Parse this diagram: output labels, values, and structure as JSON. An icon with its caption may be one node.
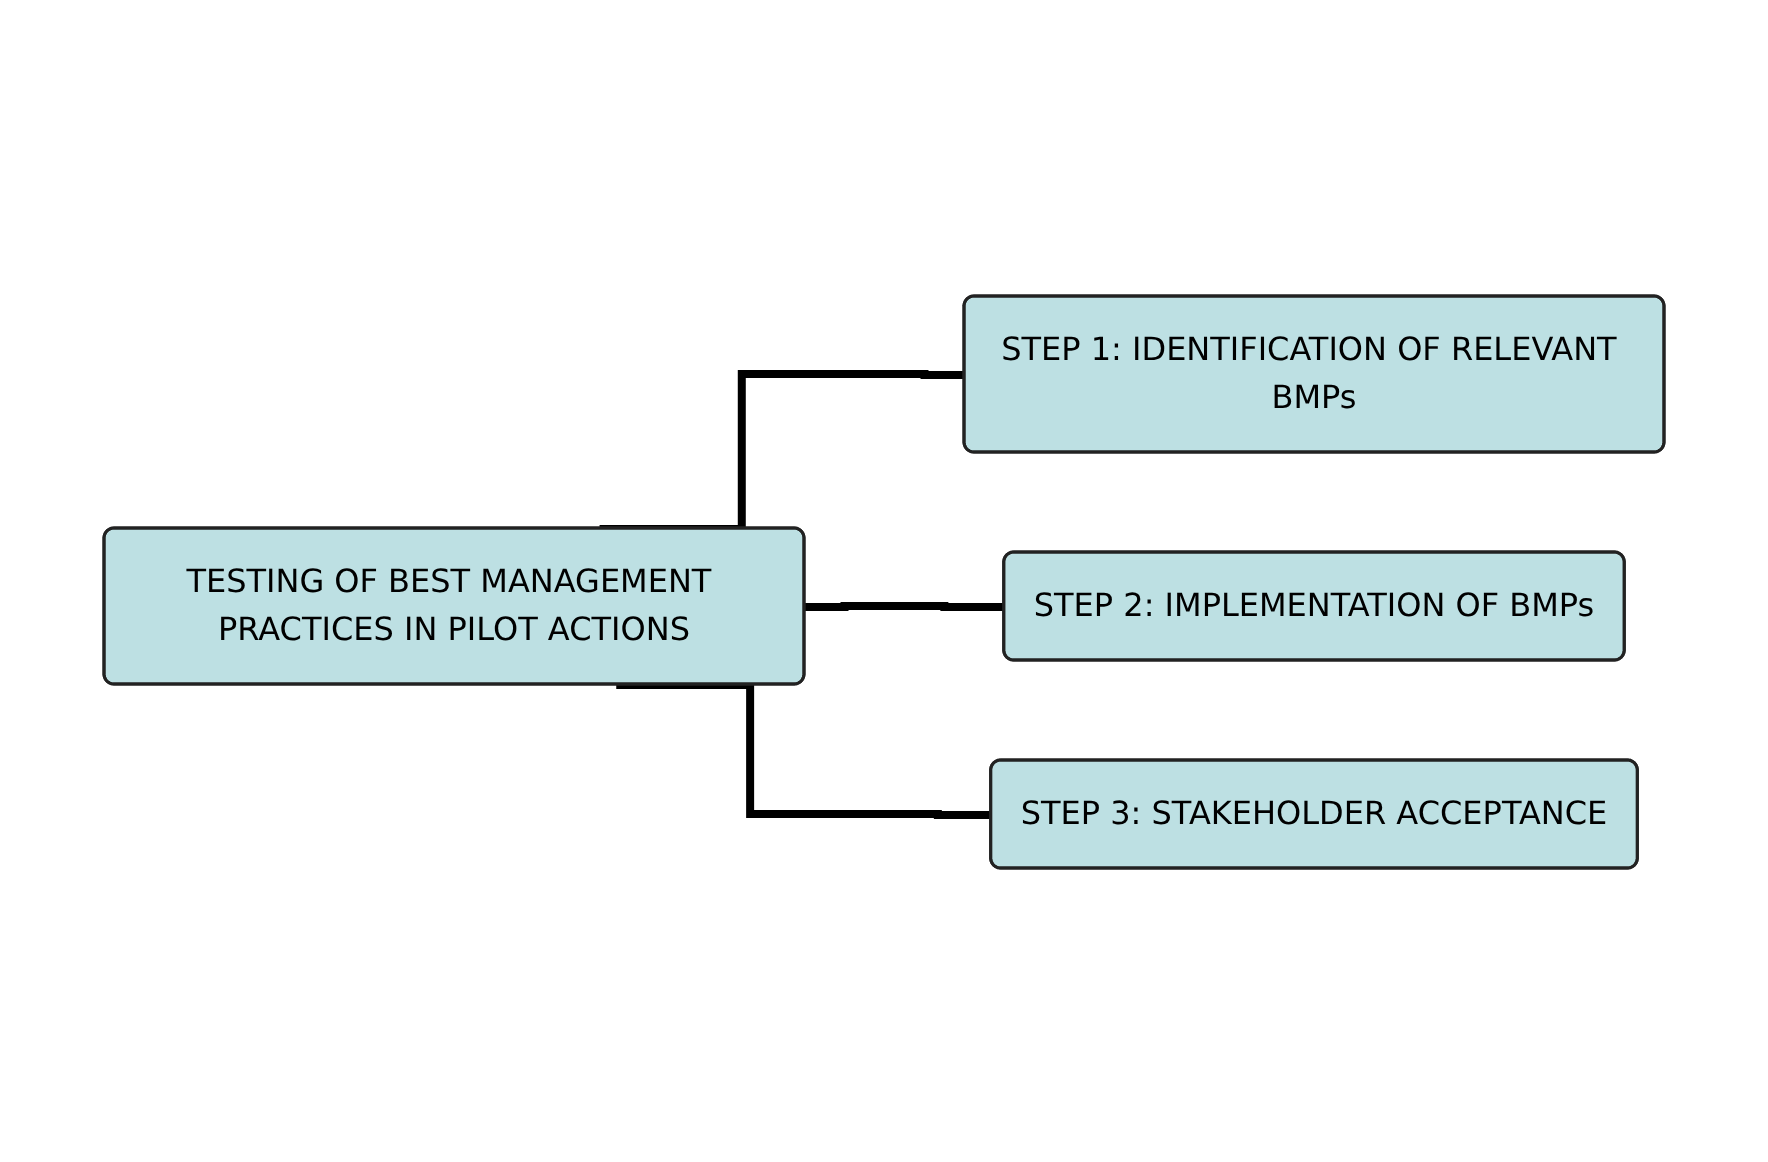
{
  "diagram": {
    "nodes": [
      {
        "text": [
          "TESTING OF BEST MANAGEMENT PRACTICES IN PILOT ACTIONS"
        ]
      },
      {
        "text": [
          "STEP 1: IDENTIFICATION OF RELEVANT BMPs"
        ]
      },
      {
        "text": [
          "STEP 2: IMPLEMENTATION OF BMPs"
        ]
      },
      {
        "text": [
          "STEP 3: STAKEHOLDER ACCEPTANCE"
        ]
      }
    ],
    "edges": [
      {
        "from": 0,
        "to": 1,
        "arrow": "none"
      },
      {
        "from": 0,
        "to": 2,
        "arrow": "none"
      },
      {
        "from": 0,
        "to": 3,
        "arrow": "none"
      }
    ]
  }
}
